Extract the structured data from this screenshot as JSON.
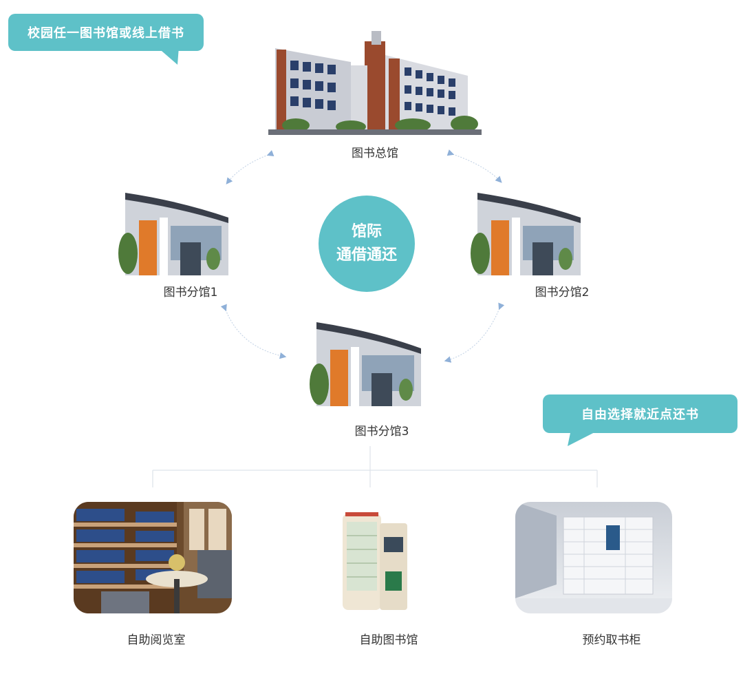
{
  "bubbles": {
    "top_left": "校园任一图书馆或线上借书",
    "bottom_right": "自由选择就近点还书"
  },
  "center": {
    "line1": "馆际",
    "line2": "通借通还"
  },
  "libraries": {
    "main": "图书总馆",
    "branch1": "图书分馆1",
    "branch2": "图书分馆2",
    "branch3": "图书分馆3"
  },
  "services": {
    "reading_room": "自助阅览室",
    "self_library": "自助图书馆",
    "locker": "预约取书柜"
  },
  "colors": {
    "accent": "#5ec1c8",
    "arrow": "#8fb0d8",
    "line": "#dde3ea"
  }
}
